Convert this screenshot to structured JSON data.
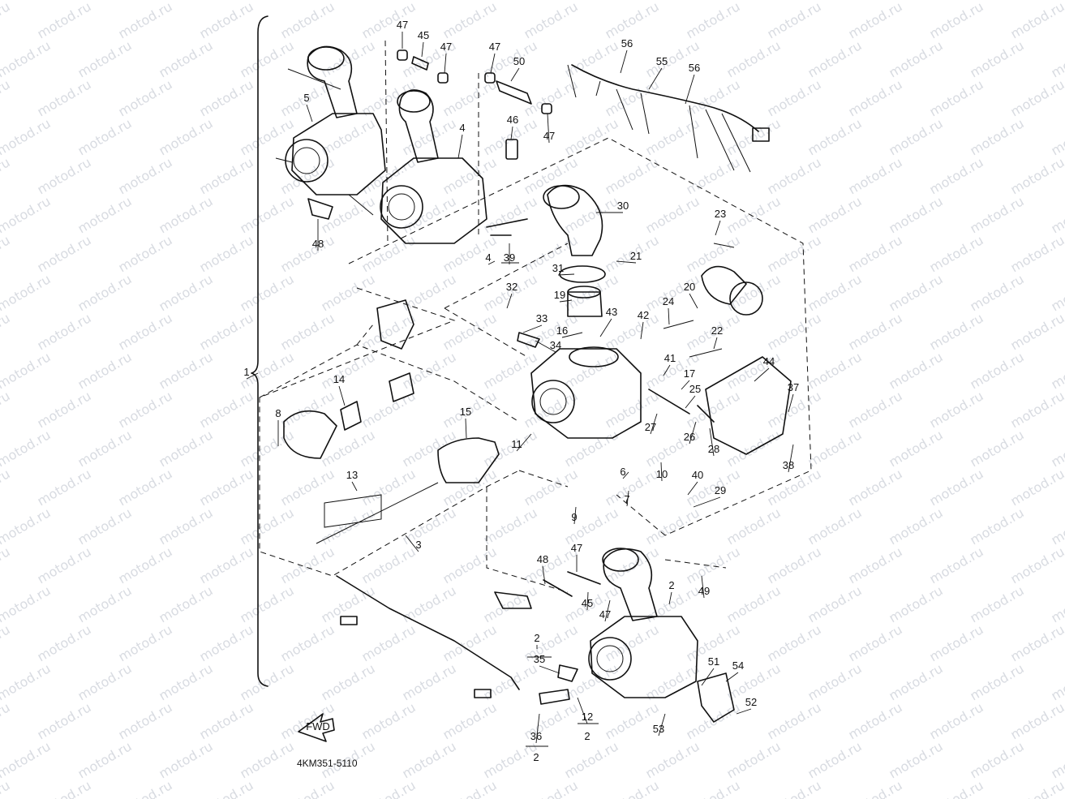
{
  "diagram_code": "4KM351-5110",
  "watermark": "motod.ru",
  "fwd_label": "FWD",
  "callouts": [
    "1",
    "2",
    "3",
    "4",
    "5",
    "6",
    "7",
    "8",
    "9",
    "10",
    "11",
    "12",
    "13",
    "14",
    "15",
    "16",
    "17",
    "19",
    "20",
    "21",
    "22",
    "23",
    "24",
    "25",
    "26",
    "27",
    "28",
    "29",
    "30",
    "31",
    "32",
    "33",
    "34",
    "35",
    "36",
    "37",
    "38",
    "39",
    "40",
    "41",
    "42",
    "43",
    "44",
    "45",
    "46",
    "47",
    "48",
    "49",
    "50",
    "51",
    "52",
    "53",
    "54",
    "55",
    "56"
  ],
  "colors": {
    "line": "#111111",
    "watermark": "#b9bec9",
    "background": "#ffffff"
  }
}
